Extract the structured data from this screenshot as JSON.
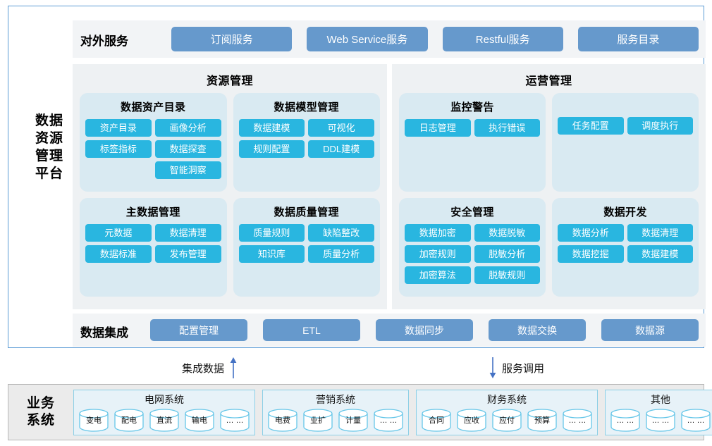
{
  "platform": {
    "title_lines": [
      "数据",
      "资源",
      "管理",
      "平台"
    ],
    "external_services": {
      "label": "对外服务",
      "buttons": [
        "订阅服务",
        "Web Service服务",
        "Restful服务",
        "服务目录"
      ]
    },
    "regions": [
      {
        "title": "资源管理",
        "cards": [
          {
            "title": "数据资产目录",
            "items": [
              "资产目录",
              "画像分析",
              "标签指标",
              "数据探查",
              "智能洞察"
            ]
          },
          {
            "title": "数据模型管理",
            "items": [
              "数据建模",
              "可视化",
              "规则配置",
              "DDL建模"
            ]
          },
          {
            "title": "主数据管理",
            "items": [
              "元数据",
              "数据清理",
              "数据标准",
              "发布管理"
            ]
          },
          {
            "title": "数据质量管理",
            "items": [
              "质量规则",
              "缺陷整改",
              "知识库",
              "质量分析"
            ]
          }
        ]
      },
      {
        "title": "运营管理",
        "cards": [
          {
            "title": "监控警告",
            "items": [
              "日志管理",
              "执行错误"
            ]
          },
          {
            "title": "",
            "items": [
              "任务配置",
              "调度执行"
            ]
          },
          {
            "title": "安全管理",
            "items": [
              "数据加密",
              "数据脱敏",
              "加密规则",
              "脱敏分析",
              "加密算法",
              "脱敏规则"
            ]
          },
          {
            "title": "数据开发",
            "items": [
              "数据分析",
              "数据清理",
              "数据挖掘",
              "数据建模"
            ]
          }
        ]
      }
    ],
    "data_integration": {
      "label": "数据集成",
      "buttons": [
        "配置管理",
        "ETL",
        "数据同步",
        "数据交换",
        "数据源"
      ]
    }
  },
  "flows": [
    {
      "label": "集成数据",
      "direction": "up"
    },
    {
      "label": "服务调用",
      "direction": "down"
    }
  ],
  "business_systems": {
    "label_lines": [
      "业务",
      "系统"
    ],
    "groups": [
      {
        "title": "电网系统",
        "nodes": [
          "变电",
          "配电",
          "直流",
          "输电",
          "… …"
        ]
      },
      {
        "title": "营销系统",
        "nodes": [
          "电费",
          "业扩",
          "计量",
          "… …"
        ]
      },
      {
        "title": "财务系统",
        "nodes": [
          "合同",
          "应收",
          "应付",
          "预算",
          "… …"
        ]
      },
      {
        "title": "其他",
        "nodes": [
          "… …",
          "… …",
          "… …"
        ]
      }
    ]
  },
  "colors": {
    "frame_blue": "#5b9bd5",
    "service_button": "#6699cc",
    "pill_cyan": "#29b6e0",
    "card_bg": "#d9eaf2",
    "region_bg": "#eef1f3",
    "band_bg": "#f2f4f6",
    "business_bg": "#ebebeb",
    "business_group_bg": "#e7f2f8",
    "business_group_border": "#8ccfe6",
    "arrow_blue": "#4472c4"
  }
}
